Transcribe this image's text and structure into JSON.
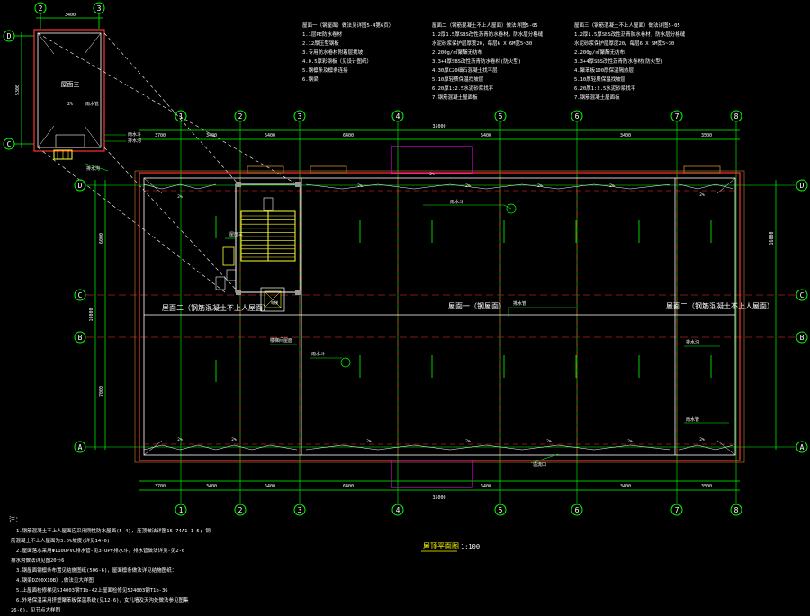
{
  "colors": {
    "background": "#000000",
    "axis": "#00ff00",
    "wall": "#ffffff",
    "dim": "#00ff00",
    "slope_text": "#ffffff",
    "text": "#ffffff",
    "outline_red": "#ff3333",
    "parapet_orange": "#cc8833",
    "window_magenta": "#ff00ff",
    "stair_yellow": "#ffff33",
    "grid_dashed_red": "#ff3333",
    "detail_dashed": "#ffffff",
    "label_yellow": "#ffff00",
    "title_yellow": "#ffff00"
  },
  "grid_columns": [
    "1",
    "2",
    "3",
    "4",
    "5",
    "6",
    "7",
    "8"
  ],
  "grid_rows": [
    "D",
    "C",
    "B",
    "A"
  ],
  "detail": {
    "col_labels": [
      "2",
      "3"
    ],
    "row_labels": [
      "D",
      "C"
    ],
    "dim_top": "3400",
    "dim_left": "5300",
    "room_label": "屋面三",
    "slope_note": "2%",
    "drain_note": "雨水管",
    "label_outlet": "雨水斗",
    "label_gutter": "排水沟",
    "label_gutter2": "排水沟"
  },
  "notes": {
    "col1": [
      "屋面一（钢屋面）做法见详图5-4第6页）",
      "1.1层PE防水卷材",
      "2.12厚压型钢板",
      "3.专用防水卷材附着层找坡",
      "4.0.5厚彩钢板（见设计图纸）",
      "5.钢檩条及檩条连接",
      "6.钢梁"
    ],
    "col2": [
      "屋面二（钢筋混凝土不上人屋面）做法详图5-05",
      "1.2厚1.5厚SBS改性沥青防水卷材，防水层分格缝",
      "水泥砂浆保护层厚度20，每层6 X 6M宽5~30",
      "2.200g/㎡聚酯无纺布",
      "3.3+4厚SBS改性沥青防水卷材(防火型)",
      "4.30厚C20细石混凝土找平层",
      "5.10厚轻质保温找坡层",
      "6.20厚1:2.5水泥砂浆找平",
      "7.钢筋混凝土屋面板"
    ],
    "col3": [
      "屋面三（钢筋混凝土不上人屋面）做法详图5-05",
      "1.2厚1.5厚SBS改性沥青防水卷材，防水层分格缝",
      "水泥砂浆保护层厚度20，每层6 X 6M宽5~30",
      "2.200g/㎡聚酯无纺布",
      "3.3+4厚SBS改性沥青防水卷材(防火型)",
      "4.聚苯板100厚保温隔热层",
      "5.10厚轻质保温找坡层",
      "6.20厚1:2.5水泥砂浆找平",
      "7.钢筋混凝土屋面板"
    ]
  },
  "dims": {
    "top_segments": [
      "3700",
      "3400",
      "6400",
      "6400",
      "6400",
      "3400",
      "3500"
    ],
    "top_total": "35000",
    "bottom_segments": [
      "3700",
      "3400",
      "6400",
      "6400",
      "6400",
      "3400",
      "3500"
    ],
    "bottom_total": "35000",
    "left_total": "16000",
    "left_upper": "6000",
    "left_lower": "7000",
    "right_total": "16000"
  },
  "plan": {
    "roof1_label": "屋面一（钢屋面）",
    "roof2_left_label": "屋面二（钢筋混凝土不上人屋面）",
    "roof2_right_label": "屋面二（钢筋混凝土不上人屋面）",
    "note_stairs": "楼梯间屋面",
    "note_outlet": "雨水斗",
    "note_drain": "排水管",
    "note_roof3": "屋面三",
    "note_overflow": "溢流口",
    "note_gutter": "排水沟",
    "note_gutter2": "雨水管",
    "note_outlet2": "雨水斗",
    "note_elevator": "电梯",
    "slopes": [
      "2%",
      "2%",
      "2%",
      "2%",
      "2%",
      "2%",
      "2%",
      "2%",
      "2%",
      "2%",
      "2%",
      "2%",
      "2%",
      "2%"
    ]
  },
  "title": {
    "text": "屋顶平面图",
    "scale": "1:100"
  },
  "bottom_notes": {
    "heading": "注：",
    "lines": [
      "1.钢筋混凝土不上人屋面应采用刚性防水屋面(5-4), 压顶做法详图15-74A1 1-5; 钢",
      "筋混凝土不上人屋面为3.0%坡度(详见14-6)",
      "2.屋面落水采用Φ110UPVC排水管-见3-UPV排水斗，排水管做法详见-见2-6",
      "排水沟做法详见图20节6",
      "3.钢屋面钢檩条布置见结施图纸(506-6)，屋面檩条做法详见结施图纸：",
      "4.钢梁DZ00X10B）,做法见大样图",
      "5.上屋面检修梯见5J4003钢T1b-42上屋面检修见5J4003钢T1b-36",
      "6.外墙保温采用挤塑聚苯板保温系统(见12-6)，女儿墙及天沟处做法参见图集",
      "26-6)，见节点大样图"
    ]
  }
}
